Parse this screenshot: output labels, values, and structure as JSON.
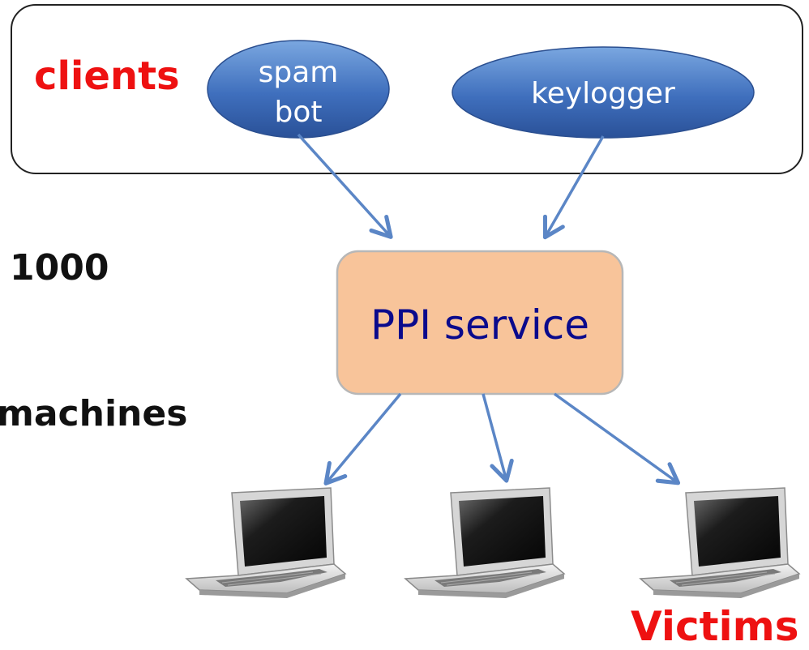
{
  "clients_group": {
    "label": "clients",
    "label_color": "#ee1111",
    "border_color": "#222222"
  },
  "nodes": {
    "spam_bot": {
      "line1": "spam",
      "line2": "bot"
    },
    "keylogger": {
      "label": "keylogger"
    },
    "ppi_service": {
      "label": "PPI service",
      "text_color": "#0a0a8c",
      "fill": "#f8c49a",
      "border": "#b7b7b7"
    }
  },
  "side_labels": {
    "count": "1000",
    "machines": "machines"
  },
  "victims": {
    "label": "Victims",
    "label_color": "#ee1111",
    "icon": "laptop-icon",
    "count": 3
  },
  "colors": {
    "ellipse_fill_top": "#6a9ad8",
    "ellipse_fill_bottom": "#2d5aa6",
    "arrow": "#5b86c6"
  }
}
